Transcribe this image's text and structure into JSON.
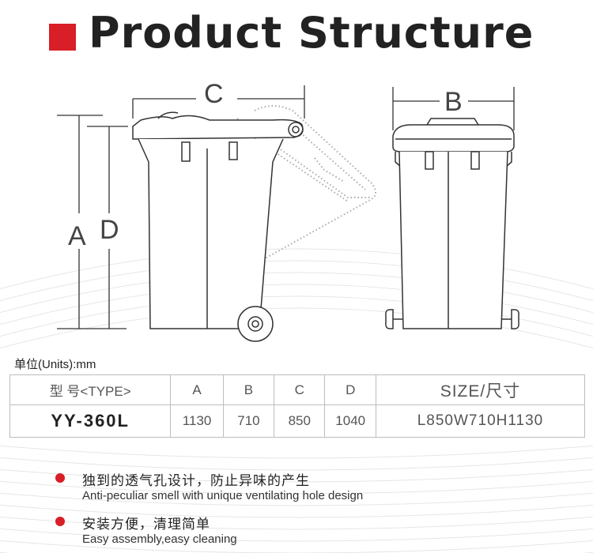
{
  "header": {
    "title": "Product Structure",
    "accent_color": "#d81e26"
  },
  "drawing": {
    "side_view_labels": {
      "c": "C",
      "a": "A",
      "d": "D"
    },
    "front_view_labels": {
      "b": "B"
    }
  },
  "units_label": "单位(Units):mm",
  "table": {
    "headers": {
      "type": "型  号<TYPE>",
      "a": "A",
      "b": "B",
      "c": "C",
      "d": "D",
      "size": "SIZE/尺寸"
    },
    "row": {
      "model": "YY-360L",
      "a": "1130",
      "b": "710",
      "c": "850",
      "d": "1040",
      "size": "L850W710H1130"
    }
  },
  "features": [
    {
      "zh": "独到的透气孔设计，防止异味的产生",
      "en": "Anti-peculiar smell with unique ventilating hole design",
      "icon": "bullet-dot"
    },
    {
      "zh": "安装方便，清理简单",
      "en": "Easy assembly,easy cleaning",
      "icon": "bullet-dot"
    }
  ]
}
